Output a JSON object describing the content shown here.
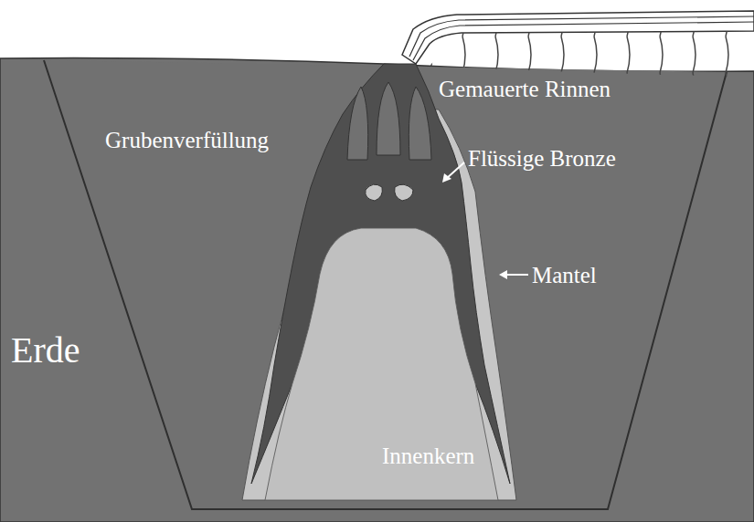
{
  "diagram": {
    "labels": [
      "Gemauerte Rinnen",
      "Grubenverfüllung",
      "Flüssige Bronze",
      "Mantel",
      "Erde",
      "Innenkern"
    ]
  }
}
